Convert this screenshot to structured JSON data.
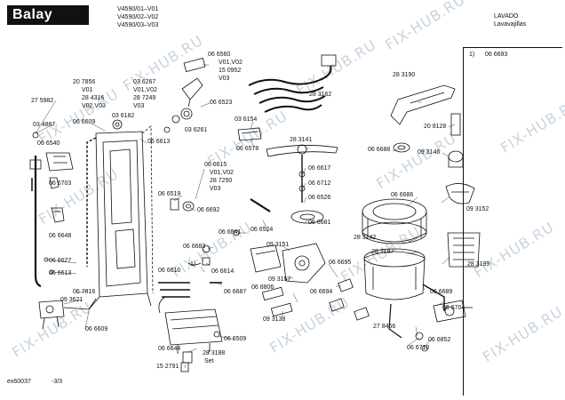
{
  "header": {
    "brand": "Balay",
    "models": [
      "V4590/01–V01",
      "V4590/02–V02",
      "V4590/03–V03"
    ],
    "category": "LAVADO",
    "subcategory": "Lavavajillas",
    "ref_index": "1)",
    "ref_part": "06 6693"
  },
  "footer": {
    "page_code": "ex60037",
    "page_num": "-3/3"
  },
  "watermark": "FIX-HUB.RU",
  "colors": {
    "ink": "#111111",
    "watermark": "#c8d4de",
    "logo_bg": "#111111"
  },
  "labels": [
    "27 5982",
    "03 4887",
    "20 7856",
    "V01",
    "28 4316",
    "V02,V03",
    "06 6609",
    "03 6182",
    "06 6540",
    "06 6703",
    "06 6648",
    "06 6627",
    "06 6613",
    "06 6613",
    "03 6267",
    "V01,V02",
    "28 7249",
    "V03",
    "06 6523",
    "03 6261",
    "06 6560",
    "V01,V02",
    "15 0952",
    "V03",
    "28 3162",
    "03 6154",
    "06 6578",
    "28 3190",
    "20 8128",
    "09 3146",
    "06 6688",
    "28 3141",
    "06 6617",
    "06 6712",
    "06 6526",
    "06 6681",
    "06 6686",
    "09 3152",
    "06 6615",
    "V01,V02",
    "28 7250",
    "V03",
    "06 6519",
    "06 6692",
    "06 6541",
    "06 6524",
    "06 6683",
    "09 3151",
    "28 3142",
    "28 3187",
    "28 3199",
    "1)",
    "06 6614",
    "06 6610",
    "06 6687",
    "06 8806",
    "09 3157",
    "06 6695",
    "06 6694",
    "06 6689",
    "06 6704",
    "06 7816",
    "09 3621",
    "06 6609",
    "09 3138",
    "27 8466",
    "06 6852",
    "06 6710",
    "06 6644",
    "28 3188",
    "Set",
    "06 6509",
    "15 2791"
  ]
}
